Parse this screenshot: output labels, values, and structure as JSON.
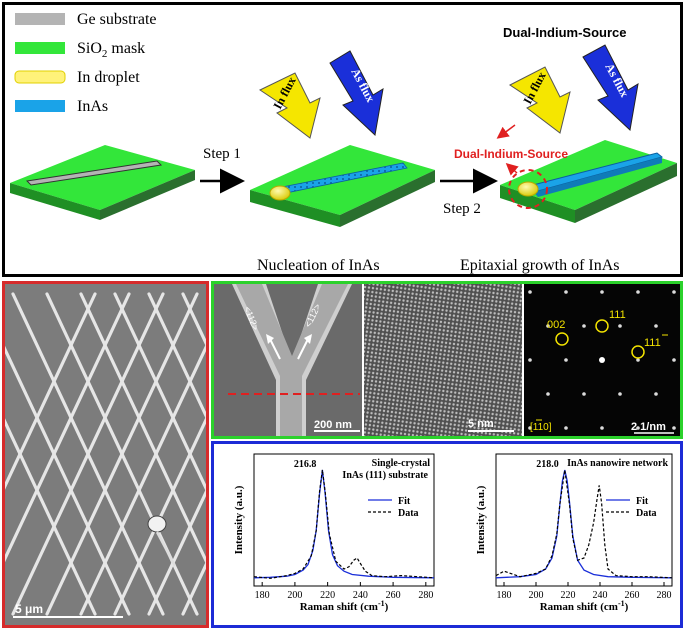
{
  "legend": {
    "items": [
      {
        "label": "Ge substrate",
        "color": "#b4b4b4"
      },
      {
        "label_main": "SiO",
        "label_sub": "2",
        "label_tail": " mask",
        "color": "#33e63a"
      },
      {
        "label": "In droplet",
        "color": "#fff27a"
      },
      {
        "label": "InAs",
        "color": "#1aa3e8"
      }
    ]
  },
  "schematic": {
    "step1_label": "Step 1",
    "step2_label": "Step 2",
    "in_flux_label": "In flux",
    "as_flux_label": "As flux",
    "dual_source_title": "Dual-Indium-Source",
    "dual_source_annotation": "Dual-Indium-Source",
    "nucleation_caption": "Nucleation of InAs",
    "epitaxial_caption": "Epitaxial growth of InAs",
    "colors": {
      "mask": "#33e63a",
      "mask_side": "#1f8f24",
      "indium": "#f5e600",
      "arsenic": "#1a2fd9",
      "inas": "#1aa3e8",
      "red": "#e02020"
    }
  },
  "images": {
    "sem_scale": "5 μm",
    "tem_dir_left": "<112>",
    "tem_dir_right": "<112>",
    "tem_scale": "200 nm",
    "hrtem_scale": "5 nm",
    "saed_spot_002": "002",
    "saed_spot_111": "111",
    "saed_spot_11bar1": "111",
    "saed_zone": "[110]",
    "saed_scale": "2 1/nm"
  },
  "chart_data": [
    {
      "type": "line",
      "title": "Single-crystal InAs (111) substrate",
      "title_line1": "Single-crystal",
      "title_line2": "InAs (111) substrate",
      "peak_label": "216.8",
      "xlabel": "Raman shift (cm",
      "xlabel_sup": "-1",
      "xlabel_tail": ")",
      "ylabel": "Intensity (a.u.)",
      "xlim": [
        175,
        285
      ],
      "xticks": [
        180,
        200,
        220,
        240,
        260,
        280
      ],
      "legend": [
        "Fit",
        "Data"
      ],
      "series": [
        {
          "name": "Fit",
          "style": "solid",
          "color": "#1a2fd9",
          "x": [
            175,
            185,
            195,
            200,
            205,
            208,
            211,
            213,
            215,
            216.8,
            218.5,
            220.5,
            223,
            226,
            230,
            235,
            245,
            260,
            285
          ],
          "y": [
            0.02,
            0.025,
            0.035,
            0.05,
            0.09,
            0.14,
            0.27,
            0.45,
            0.78,
            1.0,
            0.78,
            0.45,
            0.23,
            0.13,
            0.08,
            0.05,
            0.035,
            0.025,
            0.02
          ]
        },
        {
          "name": "Data",
          "style": "dashed",
          "color": "#000000",
          "x": [
            175,
            185,
            195,
            200,
            205,
            210,
            213,
            215,
            216.8,
            218.5,
            221,
            225,
            230,
            233,
            236,
            238,
            240,
            243,
            247,
            255,
            265,
            285
          ],
          "y": [
            0.03,
            0.015,
            0.04,
            0.06,
            0.1,
            0.22,
            0.45,
            0.8,
            1.0,
            0.8,
            0.42,
            0.17,
            0.1,
            0.12,
            0.18,
            0.2,
            0.15,
            0.08,
            0.04,
            0.03,
            0.04,
            0.02
          ]
        }
      ]
    },
    {
      "type": "line",
      "title": "InAs nanowire network",
      "title_line1": "InAs nanowire network",
      "title_line2": "",
      "peak_label": "218.0",
      "xlabel": "Raman shift (cm",
      "xlabel_sup": "-1",
      "xlabel_tail": ")",
      "ylabel": "Intensity (a.u.)",
      "xlim": [
        175,
        285
      ],
      "xticks": [
        180,
        200,
        220,
        240,
        260,
        280
      ],
      "legend": [
        "Fit",
        "Data"
      ],
      "series": [
        {
          "name": "Fit",
          "style": "solid",
          "color": "#1a2fd9",
          "x": [
            175,
            190,
            200,
            206,
            210,
            213,
            215,
            216.5,
            218,
            219.5,
            221,
            223,
            226,
            230,
            236,
            245,
            260,
            285
          ],
          "y": [
            0.02,
            0.03,
            0.05,
            0.1,
            0.2,
            0.4,
            0.7,
            0.9,
            1.0,
            0.9,
            0.7,
            0.4,
            0.18,
            0.09,
            0.05,
            0.03,
            0.025,
            0.02
          ]
        },
        {
          "name": "Data",
          "style": "dashed",
          "color": "#000000",
          "x": [
            175,
            180,
            190,
            200,
            206,
            210,
            213,
            215,
            218,
            221,
            223,
            226,
            230,
            233,
            236,
            238,
            239.5,
            241,
            243,
            245,
            250,
            260,
            270,
            285
          ],
          "y": [
            0.04,
            0.08,
            0.03,
            0.06,
            0.1,
            0.22,
            0.42,
            0.7,
            1.0,
            0.68,
            0.38,
            0.18,
            0.2,
            0.32,
            0.52,
            0.72,
            0.86,
            0.7,
            0.32,
            0.1,
            0.04,
            0.03,
            0.03,
            0.02
          ]
        }
      ]
    }
  ]
}
